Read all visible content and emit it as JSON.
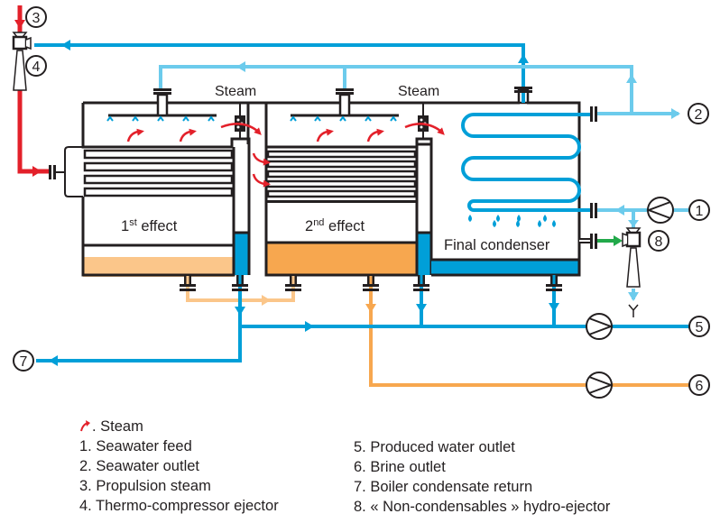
{
  "colors": {
    "steam": "#e3202a",
    "seawater_light": "#6ccbec",
    "seawater_dark": "#009fd8",
    "brine_light": "#fbc68a",
    "brine_dark": "#f7a74f",
    "non_condensables": "#22a94a",
    "outline": "#231f20"
  },
  "vessels": {
    "effect1_label": "1",
    "effect1_sup": "st",
    "effect1_word": " effect",
    "effect2_label": "2",
    "effect2_sup": "nd",
    "effect2_word": " effect",
    "condenser_label": "Final condenser",
    "steam_label_1": "Steam",
    "steam_label_2": "Steam"
  },
  "markers": [
    "1",
    "2",
    "3",
    "4",
    "5",
    "6",
    "7",
    "8"
  ],
  "icons": {
    "pump": "pump-icon",
    "ejector": "ejector-icon",
    "steam_arrow": "steam-arrow-icon",
    "spray_nozzle": "spray-nozzle-icon",
    "droplet": "droplet-icon",
    "demister": "demister-icon"
  },
  "legend": {
    "steam": ". Steam",
    "left": [
      "1. Seawater feed",
      "2. Seawater outlet",
      "3. Propulsion steam",
      "4. Thermo-compressor ejector"
    ],
    "right": [
      "5. Produced water outlet",
      "6. Brine outlet",
      "7. Boiler condensate return",
      "8. « Non-condensables » hydro-ejector"
    ]
  }
}
